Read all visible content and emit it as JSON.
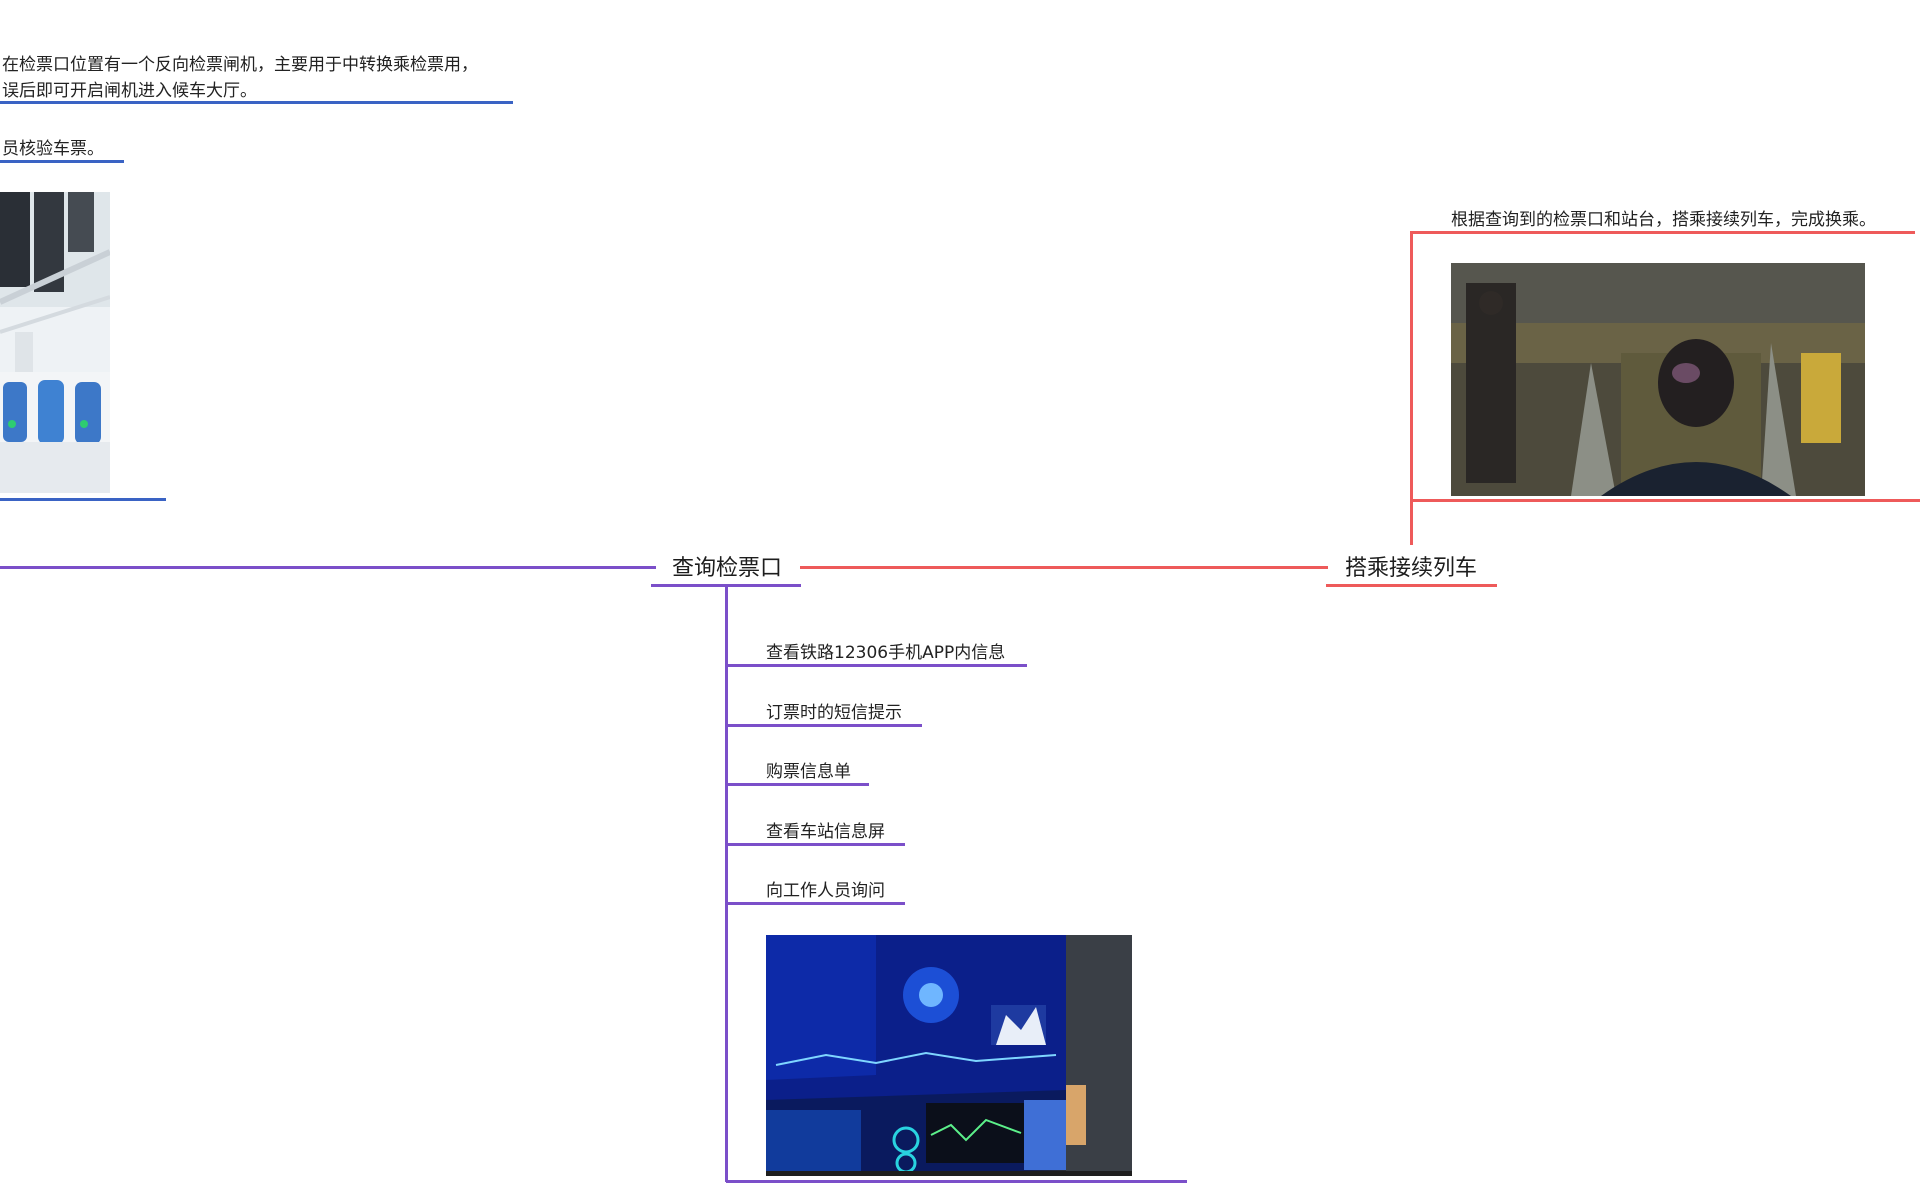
{
  "colors": {
    "blue": "#3a63c4",
    "purple": "#7b4fc9",
    "red": "#ee5a5a"
  },
  "left_branch": {
    "text1_line1": "在检票口位置有一个反向检票闸机，主要用于中转换乘检票用，",
    "text1_line2": "误后即可开启闸机进入候车大厅。",
    "text2": "员核验车票。",
    "image_name": "gate-photo"
  },
  "center_node": {
    "label": "查询检票口",
    "children": [
      {
        "label": "查看铁路12306手机APP内信息"
      },
      {
        "label": "订票时的短信提示"
      },
      {
        "label": "购票信息单"
      },
      {
        "label": "查看车站信息屏"
      },
      {
        "label": "向工作人员询问"
      }
    ],
    "image_name": "station-screen-photo"
  },
  "right_node": {
    "label": "搭乘接续列车",
    "child_text": "根据查询到的检票口和站台，搭乘接续列车，完成换乘。",
    "image_name": "staff-escalator-photo"
  }
}
